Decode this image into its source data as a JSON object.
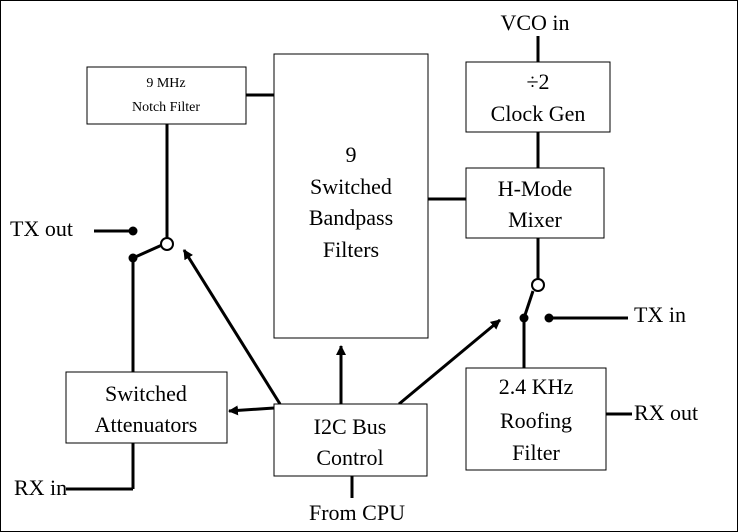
{
  "blocks": {
    "notch_filter": [
      "9 MHz",
      "Notch Filter"
    ],
    "bandpass_filters": [
      "9",
      "Switched",
      "Bandpass",
      "Filters"
    ],
    "clock_gen": [
      "÷2",
      "Clock Gen"
    ],
    "mixer": [
      "H-Mode",
      "Mixer"
    ],
    "attenuators": [
      "Switched",
      "Attenuators"
    ],
    "i2c_control": [
      "I2C Bus",
      "Control"
    ],
    "roofing_filter": [
      "2.4 KHz",
      "Roofing",
      "Filter"
    ]
  },
  "ports": {
    "vco_in": "VCO in",
    "tx_out": "TX out",
    "tx_in": "TX in",
    "rx_out": "RX out",
    "rx_in": "RX in",
    "from_cpu": "From CPU"
  }
}
